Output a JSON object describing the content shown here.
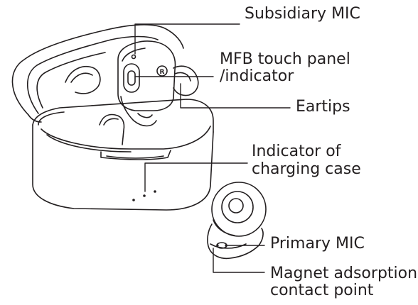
{
  "labels": {
    "subsidiary_mic": "Subsidiary MIC",
    "mfb_line1": "MFB touch panel",
    "mfb_line2": "/indicator",
    "eartips": "Eartips",
    "case_indicator_line1": "Indicator of",
    "case_indicator_line2": "charging case",
    "primary_mic": "Primary MIC",
    "magnet_line1": "Magnet adsorption",
    "magnet_line2": "contact point"
  },
  "icons": {
    "earbud_marking": "R"
  },
  "colors": {
    "line": "#231f20",
    "background": "#ffffff"
  }
}
